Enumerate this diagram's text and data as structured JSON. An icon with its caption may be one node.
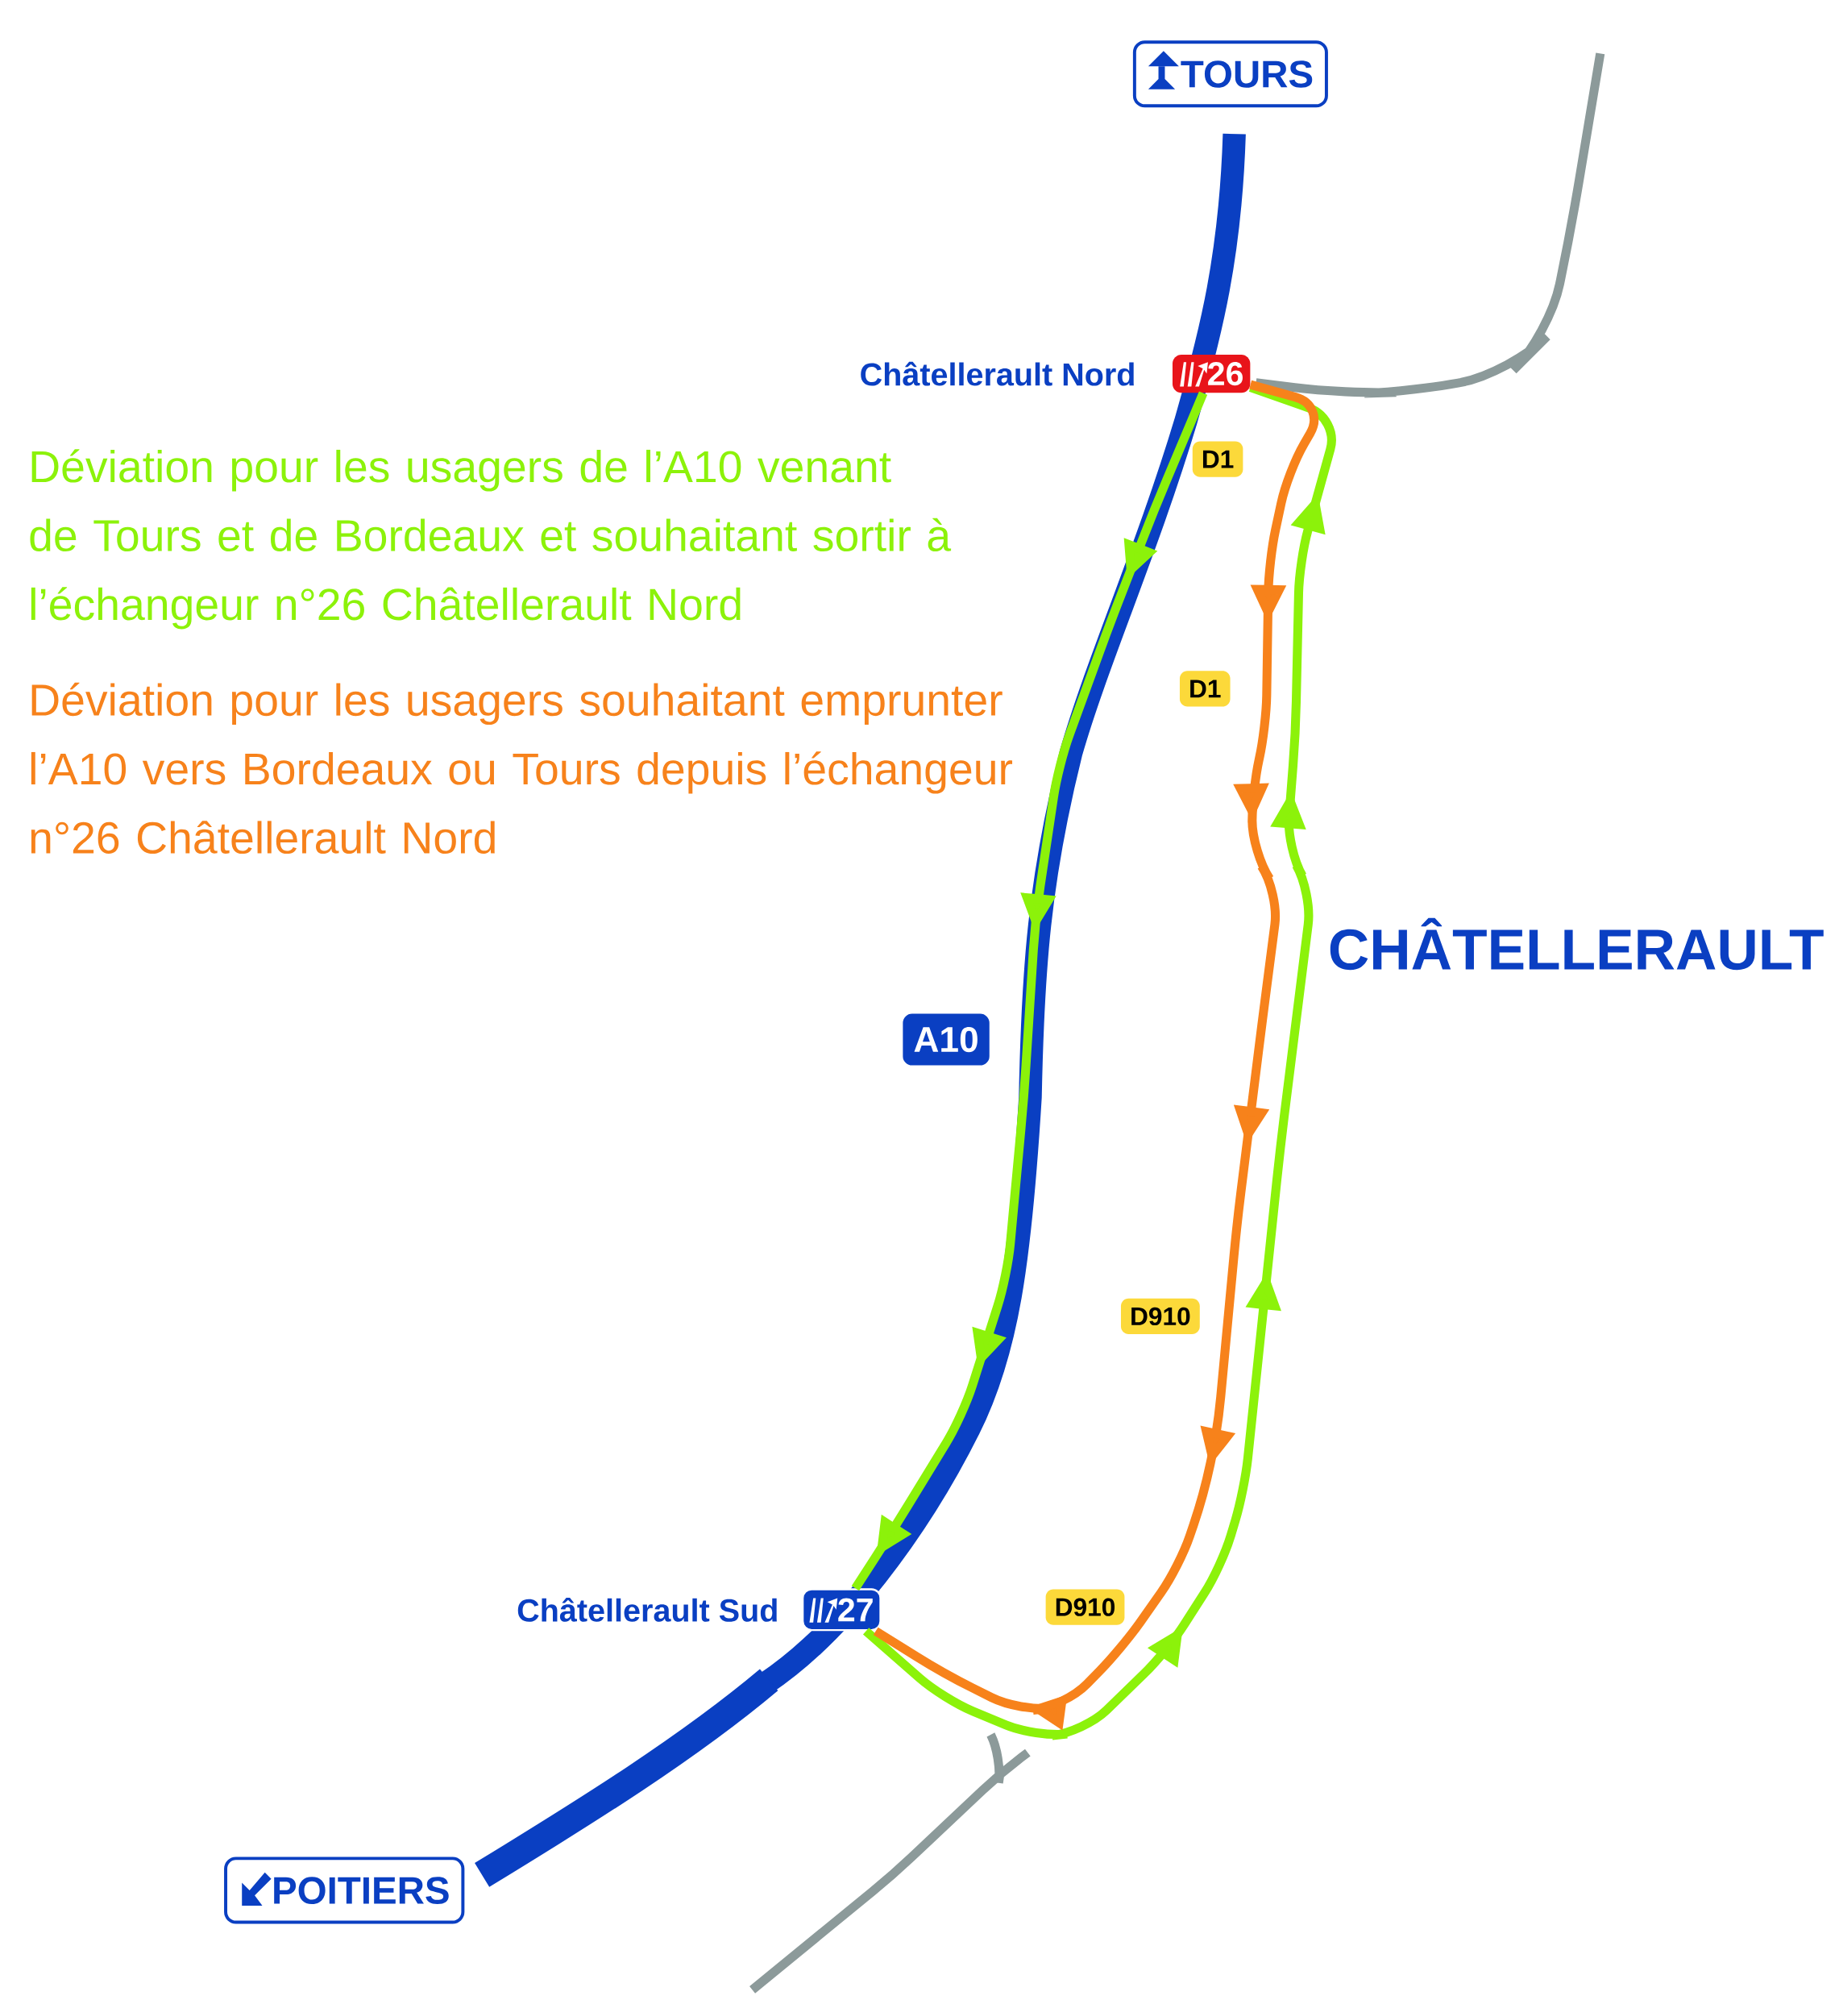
{
  "diagram": {
    "nodes": [
      {
        "text": [
          "TOURS"
        ]
      },
      {
        "text": [
          "26"
        ],
        "beside": [
          "Châtellerault Nord"
        ]
      },
      {
        "text": [
          "D1"
        ]
      },
      {
        "text": [
          "D1"
        ]
      },
      {
        "text": [
          "A10"
        ]
      },
      {
        "text": [
          "D910"
        ]
      },
      {
        "text": [
          "D910"
        ]
      },
      {
        "text": [
          "27"
        ],
        "beside": [
          "Châtellerault Sud"
        ]
      },
      {
        "text": [
          "POITIERS"
        ]
      }
    ],
    "edges": [
      {
        "from": 1,
        "to": 7,
        "arrow": "to",
        "color": "#8cf20a"
      },
      {
        "from": 7,
        "to": 1,
        "arrow": "to",
        "color": "#8cf20a"
      },
      {
        "from": 1,
        "to": 7,
        "arrow": "to",
        "color": "#f7821b"
      }
    ],
    "labels": [
      "Déviation pour les usagers de l’A10 venant de Tours et de Bordeaux et souhaitant sortir à l’échangeur n°26 Châtellerault Nord",
      "Déviation pour les usagers souhaitant emprunter l’A10 vers Bordeaux ou Tours depuis l’échangeur n°26 Châtellerault Nord",
      "CHÂTELLERAULT"
    ]
  }
}
